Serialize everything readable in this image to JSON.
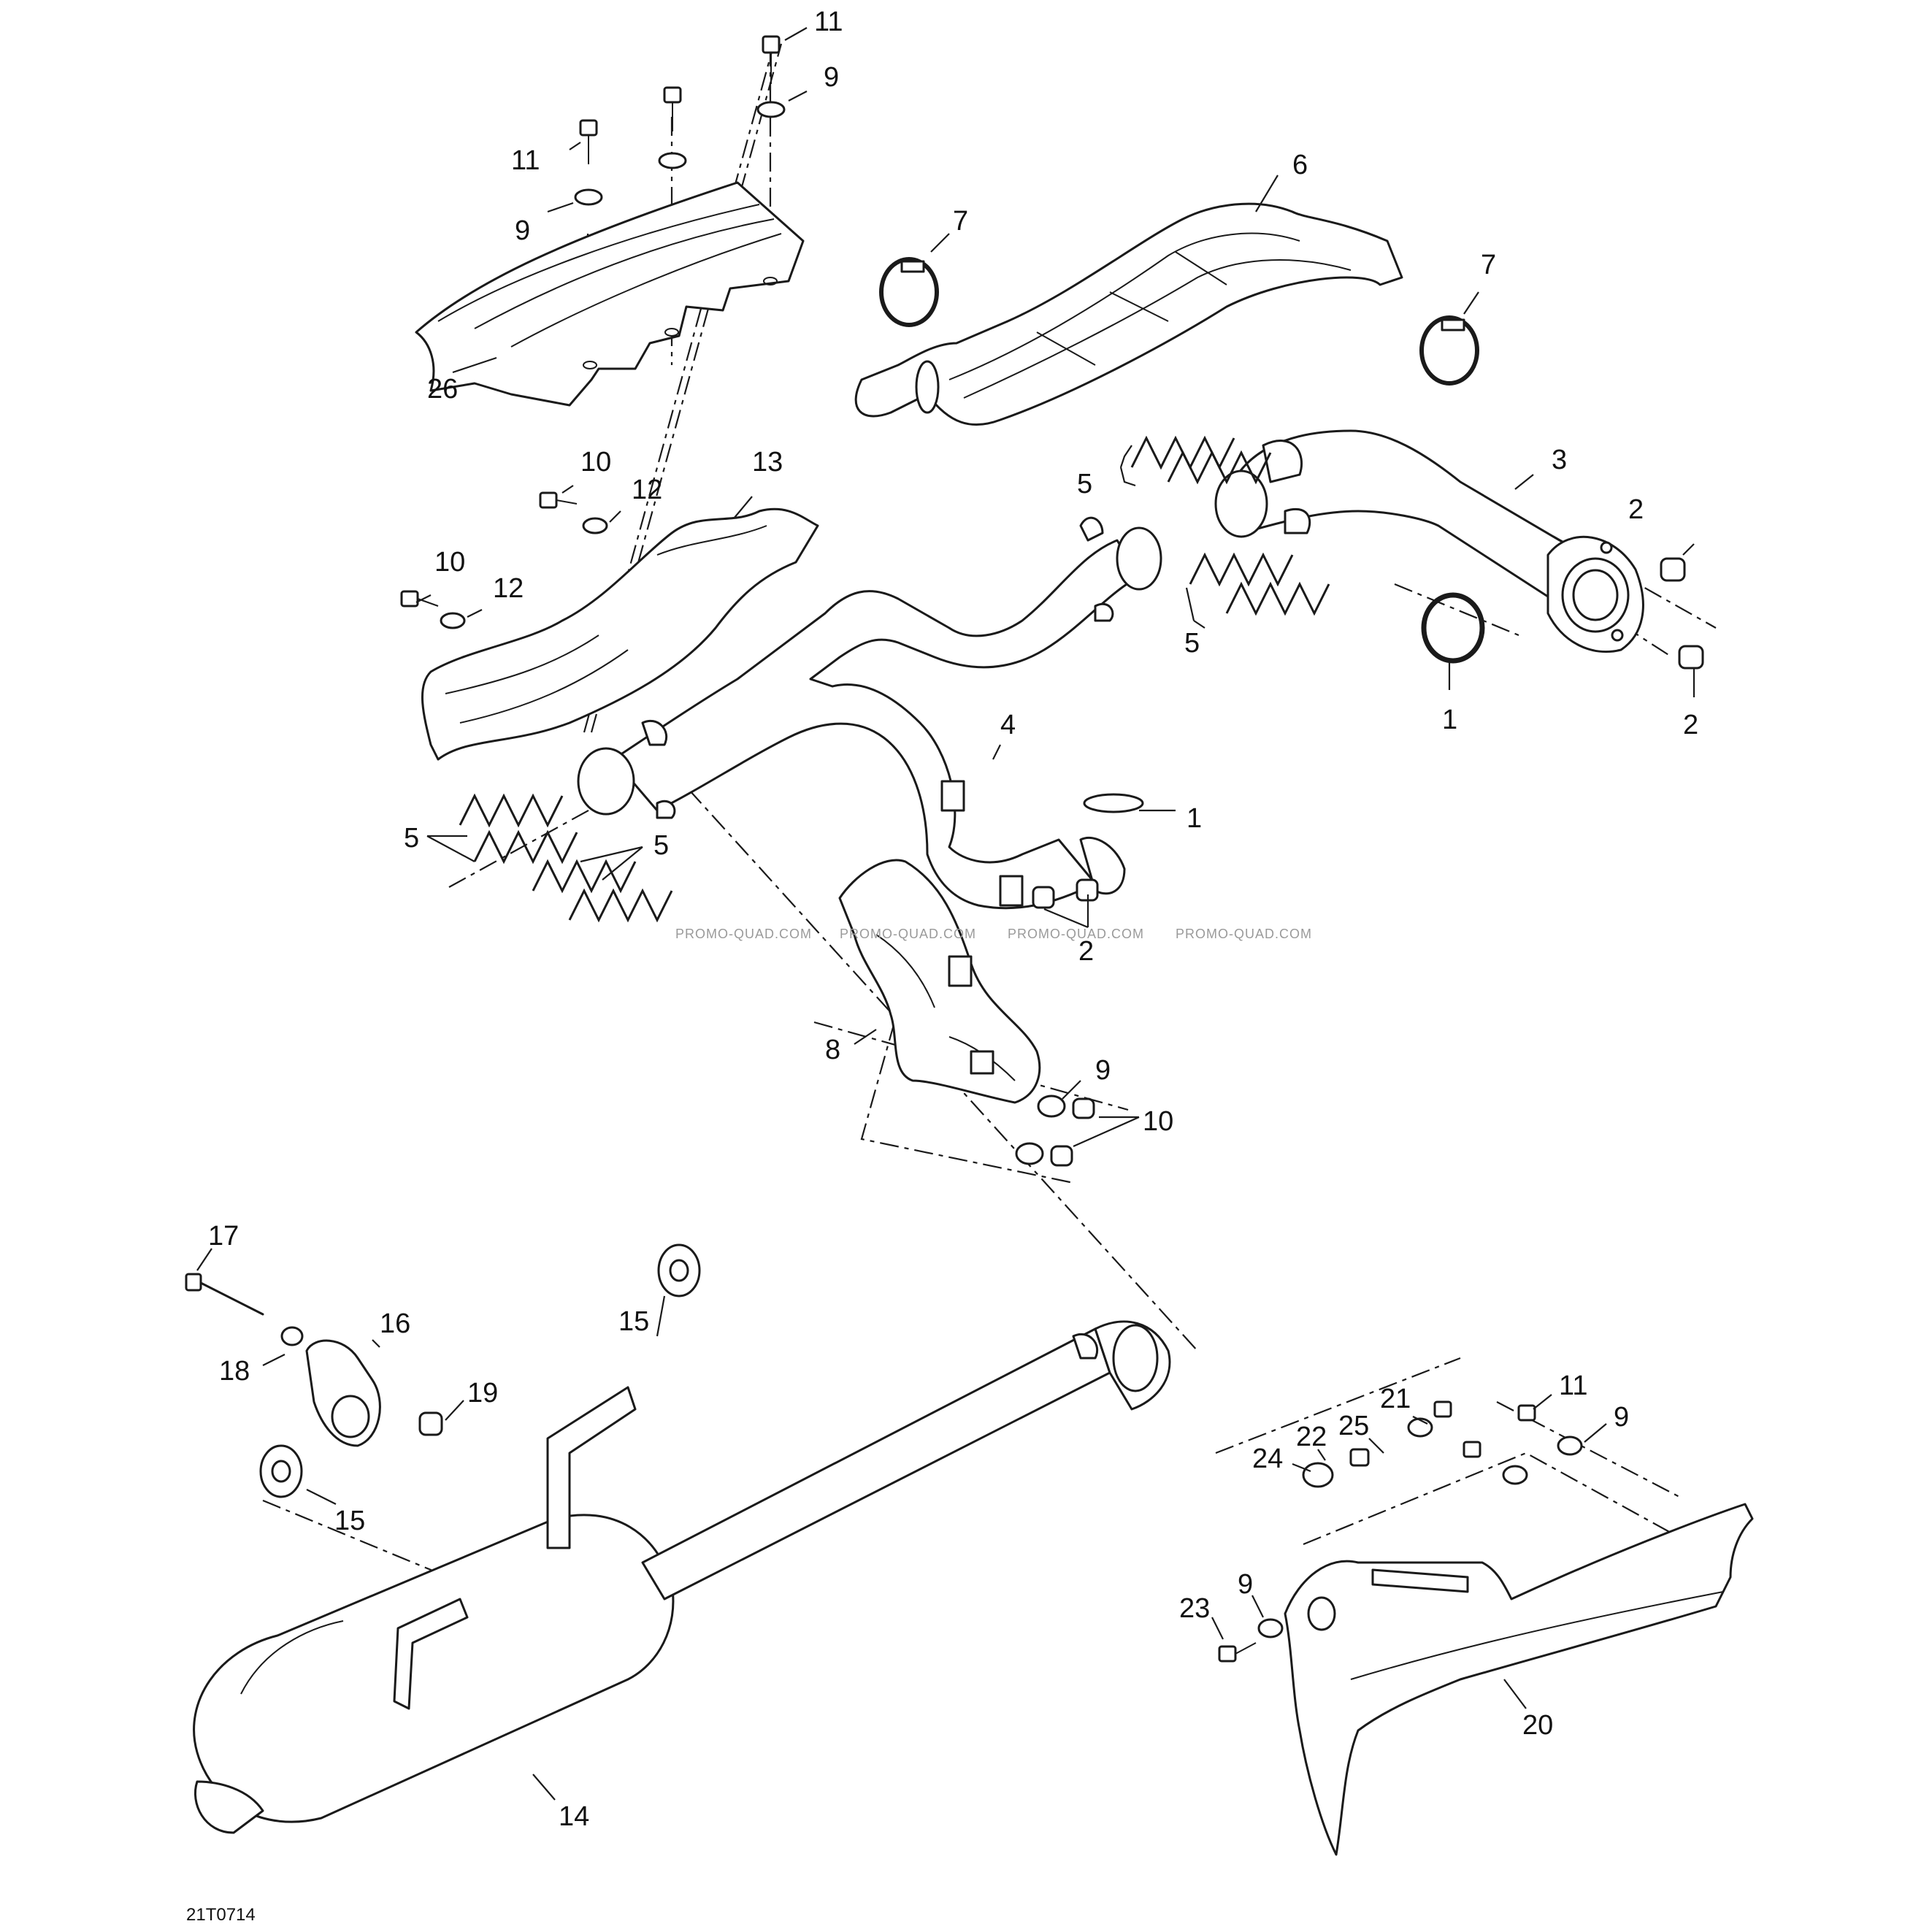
{
  "diagram": {
    "drawing_code": "21T0714",
    "watermark": "PROMO-QUAD.COM",
    "callouts": [
      "11",
      "9",
      "11",
      "9",
      "26",
      "7",
      "6",
      "7",
      "10",
      "12",
      "13",
      "10",
      "12",
      "5",
      "3",
      "2",
      "5",
      "1",
      "2",
      "4",
      "1",
      "5",
      "5",
      "2",
      "8",
      "9",
      "10",
      "17",
      "16",
      "15",
      "18",
      "19",
      "15",
      "14",
      "21",
      "11",
      "25",
      "9",
      "22",
      "24",
      "9",
      "23",
      "20"
    ]
  }
}
